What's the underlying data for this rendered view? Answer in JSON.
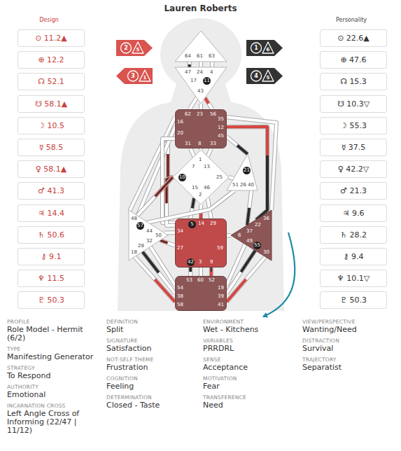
{
  "diagram": {
    "title": "Lauren Roberts",
    "nodes": [
      {
        "text": [
          "⊙ 11.2▲"
        ]
      },
      {
        "text": [
          "⊕ 12.2"
        ]
      },
      {
        "text": [
          "☊ 52.1"
        ]
      },
      {
        "text": [
          "☋ 58.1▲"
        ]
      },
      {
        "text": [
          "☽ 10.5"
        ]
      },
      {
        "text": [
          "☿ 58.5"
        ]
      },
      {
        "text": [
          "♀ 58.1▲"
        ]
      },
      {
        "text": [
          "♂ 41.3"
        ]
      },
      {
        "text": [
          "♃ 14.4"
        ]
      },
      {
        "text": [
          "♄ 50.6"
        ]
      },
      {
        "text": [
          "⚷ 9.1"
        ]
      },
      {
        "text": [
          "♆ 11.5"
        ]
      },
      {
        "text": [
          "♇ 50.3"
        ]
      },
      {
        "text": [
          "2",
          "5"
        ]
      },
      {
        "text": [
          "1",
          "6"
        ]
      },
      {
        "text": [
          "3",
          "1"
        ]
      },
      {
        "text": [
          "4",
          "5"
        ]
      },
      {
        "text": [
          "64",
          "61",
          "63"
        ]
      },
      {
        "text": [
          "47",
          "24",
          "4",
          "17",
          "11",
          "43"
        ]
      },
      {
        "text": [
          "62",
          "23",
          "56",
          "16",
          "35",
          "20",
          "12",
          "45",
          "31",
          "8",
          "33"
        ]
      },
      {
        "text": [
          "1",
          "7",
          "13",
          "10",
          "25",
          "15",
          "2",
          "46"
        ]
      },
      {
        "text": [
          "21",
          "51",
          "26",
          "40"
        ]
      },
      {
        "text": [
          "48",
          "57",
          "44",
          "50",
          "32",
          "28",
          "18"
        ]
      },
      {
        "text": [
          "5",
          "14",
          "29",
          "34",
          "27",
          "59",
          "42",
          "3",
          "9"
        ]
      },
      {
        "text": [
          "36",
          "22",
          "37",
          "6",
          "49",
          "55",
          "30"
        ]
      },
      {
        "text": [
          "53",
          "60",
          "52",
          "54",
          "19",
          "38",
          "39",
          "58",
          "41"
        ]
      },
      {
        "text": [
          "⊙ 22.6▲"
        ]
      },
      {
        "text": [
          "⊕ 47.6"
        ]
      },
      {
        "text": [
          "☊ 15.3"
        ]
      },
      {
        "text": [
          "☋ 10.3▽"
        ]
      },
      {
        "text": [
          "☽ 55.3"
        ]
      },
      {
        "text": [
          "☿ 37.5"
        ]
      },
      {
        "text": [
          "♀ 42.2▽"
        ]
      },
      {
        "text": [
          "♂ 21.3"
        ]
      },
      {
        "text": [
          "♃ 9.6"
        ]
      },
      {
        "text": [
          "♄ 28.2"
        ]
      },
      {
        "text": [
          "⚷ 9.4"
        ]
      },
      {
        "text": [
          "♆ 10.1▽"
        ]
      },
      {
        "text": [
          "♇ 50.3"
        ]
      }
    ],
    "edges": [
      {
        "from": 17,
        "to": 18,
        "arrow": "none"
      },
      {
        "from": 17,
        "to": 18,
        "arrow": "none"
      },
      {
        "from": 17,
        "to": 18,
        "arrow": "none"
      },
      {
        "from": 18,
        "to": 19,
        "arrow": "none"
      },
      {
        "from": 18,
        "to": 19,
        "arrow": "none"
      },
      {
        "from": 18,
        "to": 19,
        "arrow": "none"
      },
      {
        "from": 19,
        "to": 20,
        "arrow": "none"
      },
      {
        "from": 19,
        "to": 20,
        "arrow": "none"
      },
      {
        "from": 19,
        "to": 20,
        "arrow": "none"
      },
      {
        "from": 19,
        "to": 20,
        "arrow": "none"
      },
      {
        "from": 19,
        "to": 21,
        "arrow": "none"
      },
      {
        "from": 19,
        "to": 22,
        "arrow": "none"
      },
      {
        "from": 19,
        "to": 22,
        "arrow": "none"
      },
      {
        "from": 19,
        "to": 23,
        "arrow": "none"
      },
      {
        "from": 19,
        "to": 24,
        "arrow": "none"
      },
      {
        "from": 19,
        "to": 24,
        "arrow": "none"
      },
      {
        "from": 20,
        "to": 21,
        "arrow": "none"
      },
      {
        "from": 20,
        "to": 23,
        "arrow": "none"
      },
      {
        "from": 20,
        "to": 23,
        "arrow": "none"
      },
      {
        "from": 20,
        "to": 23,
        "arrow": "none"
      },
      {
        "from": 20,
        "to": 23,
        "arrow": "none"
      },
      {
        "from": 20,
        "to": 22,
        "arrow": "none"
      },
      {
        "from": 21,
        "to": 22,
        "arrow": "none"
      },
      {
        "from": 21,
        "to": 24,
        "arrow": "none"
      },
      {
        "from": 22,
        "to": 23,
        "arrow": "none"
      },
      {
        "from": 22,
        "to": 23,
        "arrow": "none"
      },
      {
        "from": 22,
        "to": 25,
        "arrow": "none"
      },
      {
        "from": 22,
        "to": 25,
        "arrow": "none"
      },
      {
        "from": 22,
        "to": 25,
        "arrow": "none"
      },
      {
        "from": 23,
        "to": 25,
        "arrow": "none"
      },
      {
        "from": 23,
        "to": 25,
        "arrow": "none"
      },
      {
        "from": 23,
        "to": 25,
        "arrow": "none"
      },
      {
        "from": 24,
        "to": 23,
        "arrow": "none"
      },
      {
        "from": 24,
        "to": 25,
        "arrow": "none"
      },
      {
        "from": 24,
        "to": 25,
        "arrow": "none"
      },
      {
        "from": 24,
        "to": 25,
        "arrow": "none"
      }
    ],
    "labels": [
      "Design",
      "Personality",
      "PROFILE",
      "Role Model - Hermit (6/2)",
      "TYPE",
      "Manifesting Generator",
      "STRATEGY",
      "To Respond",
      "AUTHORITY",
      "Emotional",
      "INCARNATION CROSS",
      "Left Angle Cross of Informing (22/47 | 11/12)",
      "DEFINITION",
      "Split",
      "SIGNATURE",
      "Satisfaction",
      "NOT-SELF THEME",
      "Frustration",
      "COGNITION",
      "Feeling",
      "DETERMINATION",
      "Closed - Taste",
      "ENVIRONMENT",
      "Wet - Kitchens",
      "VARIABLES",
      "PRRDRL",
      "SENSE",
      "Acceptance",
      "MOTIVATION",
      "Fear",
      "TRANSFERENCE",
      "Need",
      "VIEW/PERSPECTIVE",
      "Wanting/Need",
      "DISTRACTION",
      "Survival",
      "TRAJECTORY",
      "Separatist"
    ]
  }
}
